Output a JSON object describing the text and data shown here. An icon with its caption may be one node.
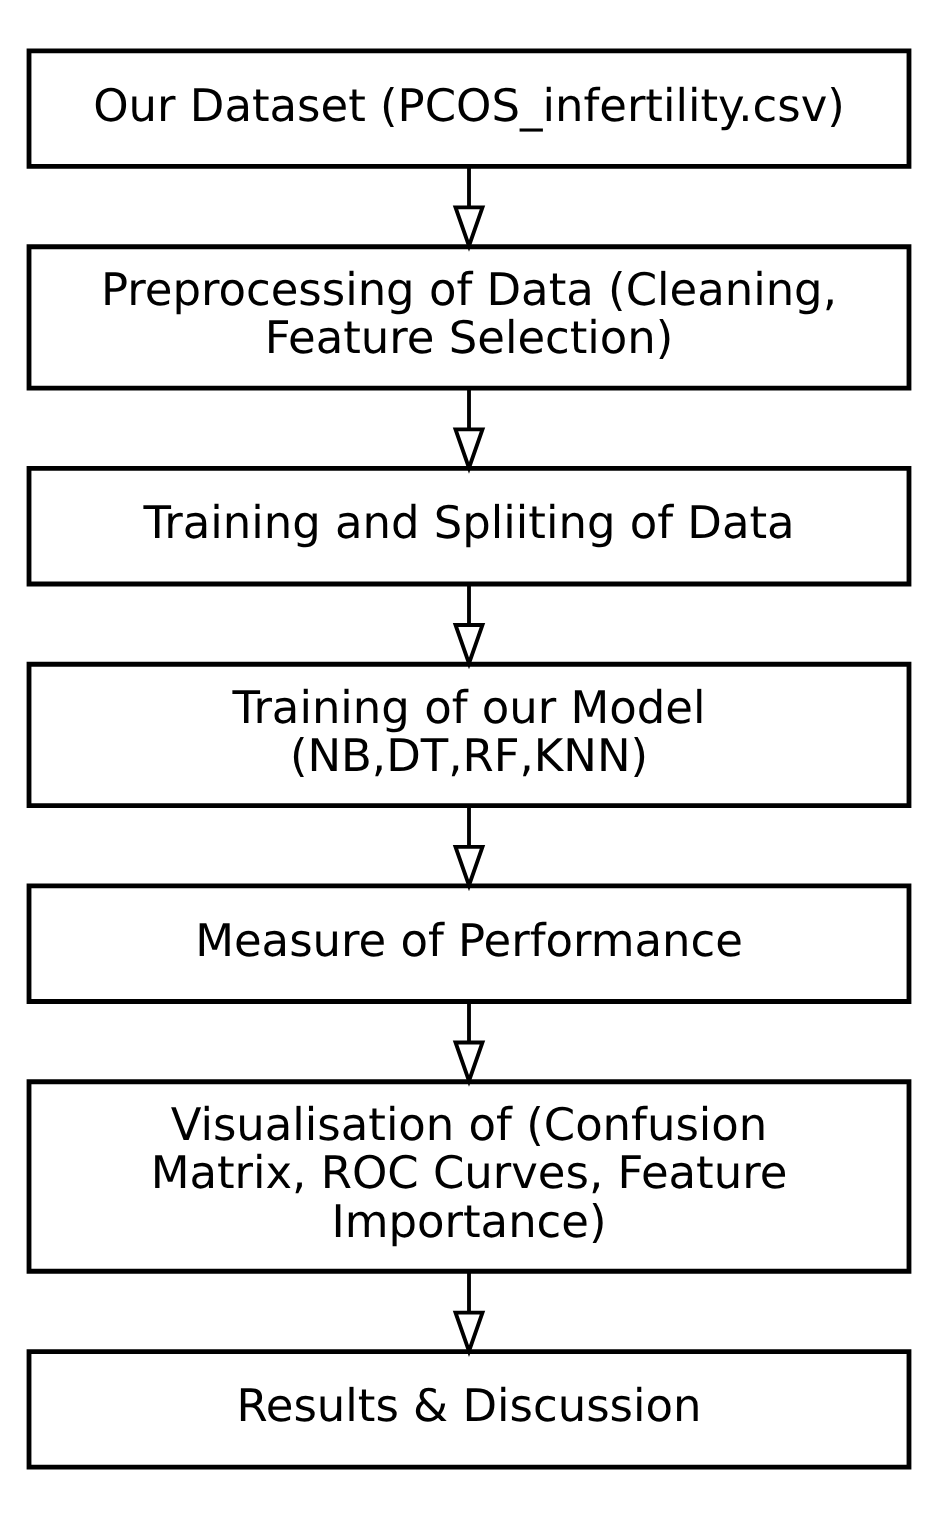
{
  "diagram": {
    "nodes": [
      {
        "text": [
          "Our Dataset (PCOS_infertility.csv)"
        ]
      },
      {
        "text": [
          "Preprocessing of Data (Cleaning, Feature Selection)"
        ]
      },
      {
        "text": [
          "Training and Spliiting of Data"
        ]
      },
      {
        "text": [
          "Training of our Model (NB,DT,RF,KNN)"
        ]
      },
      {
        "text": [
          "Measure of Performance"
        ]
      },
      {
        "text": [
          "Visualisation of (Confusion Matrix, ROC Curves, Feature Importance)"
        ]
      },
      {
        "text": [
          "Results & Discussion"
        ]
      }
    ],
    "edges": [
      {
        "from": 0,
        "to": 1,
        "arrow": "to"
      },
      {
        "from": 1,
        "to": 2,
        "arrow": "to"
      },
      {
        "from": 2,
        "to": 3,
        "arrow": "to"
      },
      {
        "from": 3,
        "to": 4,
        "arrow": "to"
      },
      {
        "from": 4,
        "to": 5,
        "arrow": "to"
      },
      {
        "from": 5,
        "to": 6,
        "arrow": "to"
      }
    ]
  }
}
